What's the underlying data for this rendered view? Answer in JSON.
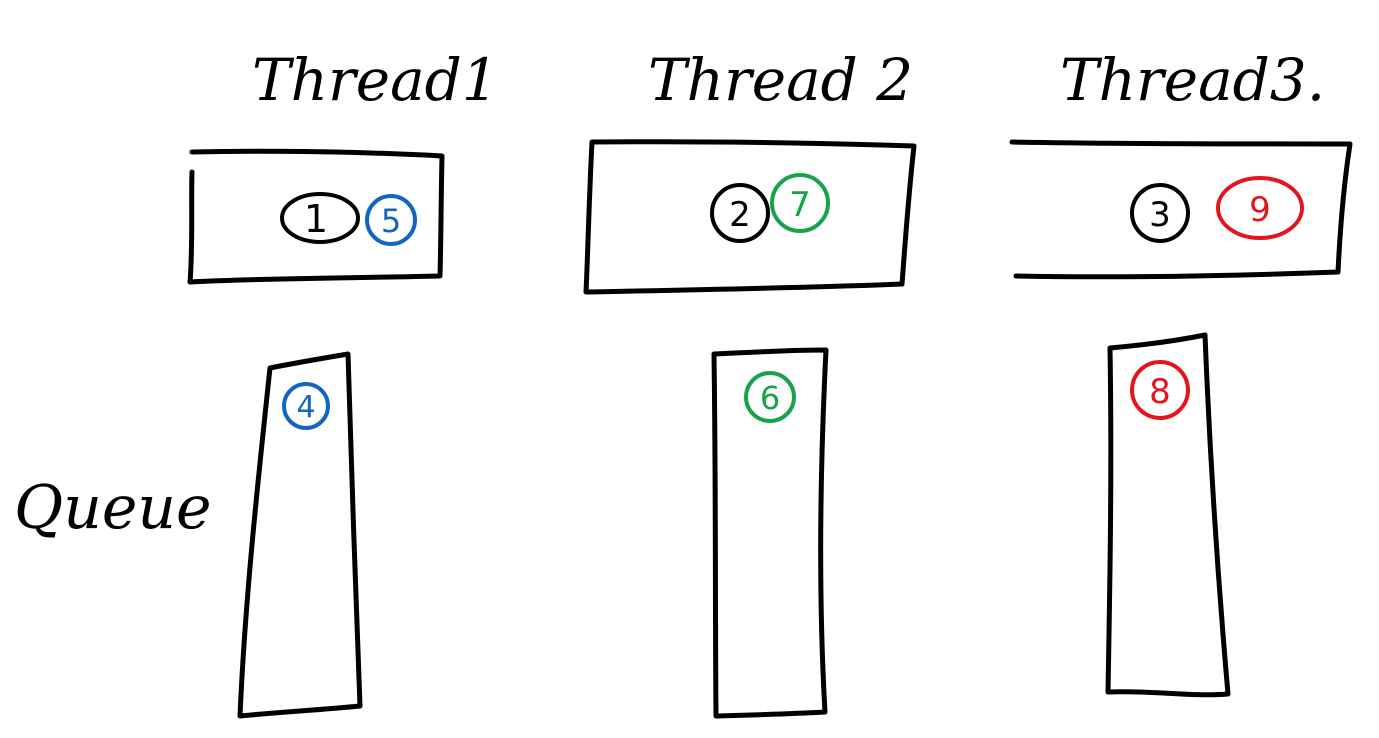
{
  "diagram": {
    "queue_label": "Queue",
    "colors": {
      "ink": "#000000",
      "blue": "#1565c0",
      "green": "#17a34a",
      "red": "#e3161e"
    },
    "threads": [
      {
        "title": "Thread1",
        "running": [
          {
            "label": "1",
            "color": "ink"
          },
          {
            "label": "5",
            "color": "blue"
          }
        ],
        "queue": [
          {
            "label": "4",
            "color": "blue"
          }
        ]
      },
      {
        "title": "Thread 2",
        "running": [
          {
            "label": "2",
            "color": "ink"
          },
          {
            "label": "7",
            "color": "green"
          }
        ],
        "queue": [
          {
            "label": "6",
            "color": "green"
          }
        ]
      },
      {
        "title": "Thread3.",
        "running": [
          {
            "label": "3",
            "color": "ink"
          },
          {
            "label": "9",
            "color": "red"
          }
        ],
        "queue": [
          {
            "label": "8",
            "color": "red"
          }
        ]
      }
    ]
  }
}
